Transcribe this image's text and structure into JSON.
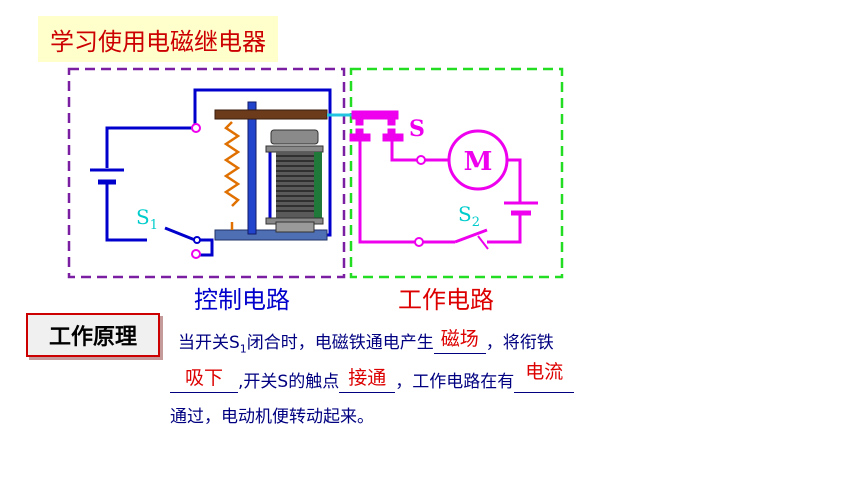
{
  "title": "学习使用电磁继电器",
  "labels": {
    "control_circuit": "控制电路",
    "work_circuit": "工作电路",
    "switch_s": "S",
    "motor": "M",
    "s1_letter": "S",
    "s1_sub": "1",
    "s2_letter": "S",
    "s2_sub": "2"
  },
  "principle": {
    "badge": "工作原理",
    "line1_a": "当开关S",
    "line1_sub": "1",
    "line1_b": "闭合时，电磁铁通电产生",
    "blank1": "磁场",
    "line1_c": "，将衔铁",
    "blank2": "吸下",
    "line2_a": ",开关S的触点",
    "blank3": "接通",
    "line2_b": "，工作电路在有",
    "blank4": "电流",
    "line3": "通过，电动机便转动起来。"
  },
  "colors": {
    "control_wire": "#0000cc",
    "work_wire": "#ee00ee",
    "control_frame": "#7a1fa2",
    "work_frame": "#22dd22",
    "spring": "#e07000",
    "caption_control": "#0000cc",
    "caption_work": "#dd0000",
    "accent_red": "#cc0000"
  }
}
